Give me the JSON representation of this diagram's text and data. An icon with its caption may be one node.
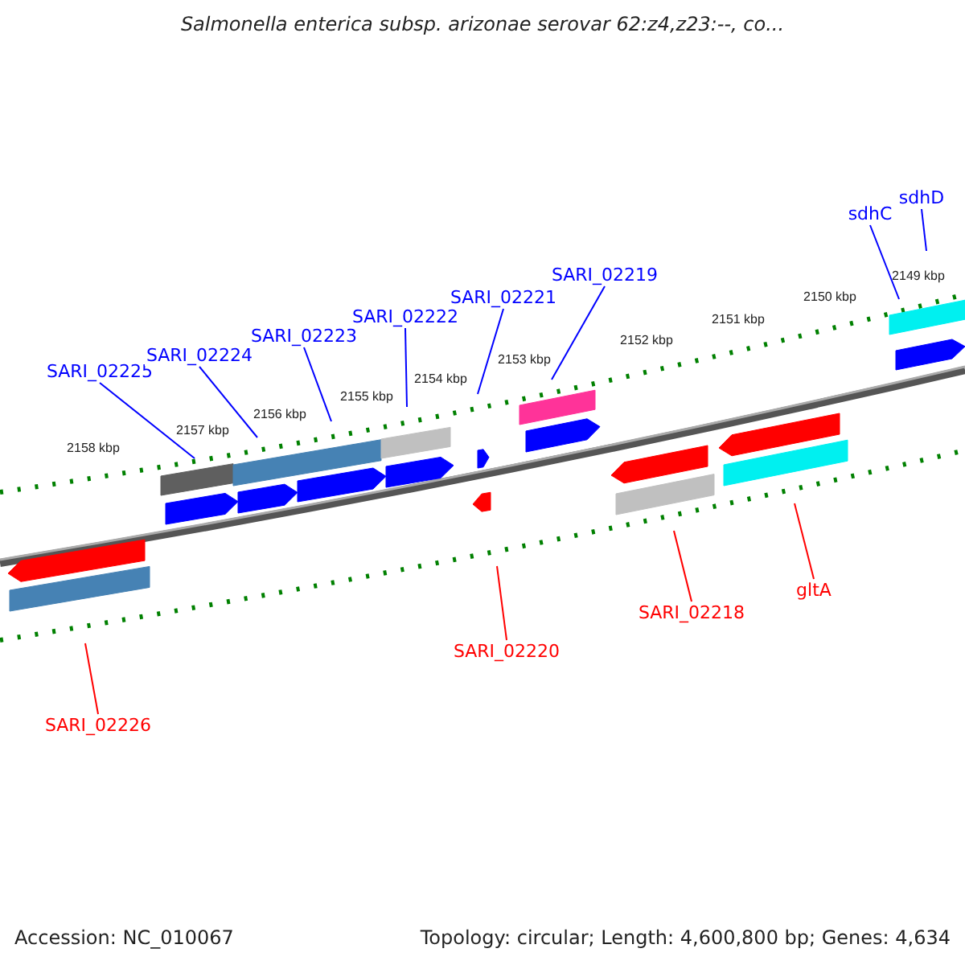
{
  "diagram": {
    "title": "Salmonella enterica subsp. arizonae serovar 62:z4,z23:--, co...",
    "nodes": [
      {
        "text": [
          "SARI_02225"
        ]
      },
      {
        "text": [
          "SARI_02224"
        ]
      },
      {
        "text": [
          "SARI_02223"
        ]
      },
      {
        "text": [
          "SARI_02222"
        ]
      },
      {
        "text": [
          "SARI_02221"
        ]
      },
      {
        "text": [
          "SARI_02219"
        ]
      },
      {
        "text": [
          "sdhC"
        ]
      },
      {
        "text": [
          "sdhD"
        ]
      },
      {
        "text": [
          "SARI_02226"
        ]
      },
      {
        "text": [
          "SARI_02220"
        ]
      },
      {
        "text": [
          "SARI_02218"
        ]
      },
      {
        "text": [
          "gltA"
        ]
      }
    ],
    "edges": [
      {
        "from": 0,
        "to": null,
        "arrow": "none"
      },
      {
        "from": 1,
        "to": null,
        "arrow": "none"
      },
      {
        "from": 2,
        "to": null,
        "arrow": "none"
      },
      {
        "from": 3,
        "to": null,
        "arrow": "none"
      },
      {
        "from": 4,
        "to": null,
        "arrow": "none"
      },
      {
        "from": 5,
        "to": null,
        "arrow": "none"
      },
      {
        "from": 6,
        "to": null,
        "arrow": "none"
      },
      {
        "from": 7,
        "to": null,
        "arrow": "none"
      },
      {
        "from": 8,
        "to": null,
        "arrow": "none",
        "color": "#ff0000"
      },
      {
        "from": 9,
        "to": null,
        "arrow": "none",
        "color": "#ff0000"
      },
      {
        "from": 10,
        "to": null,
        "arrow": "none",
        "color": "#ff0000"
      },
      {
        "from": 11,
        "to": null,
        "arrow": "none",
        "color": "#ff0000"
      }
    ],
    "labels": [
      "2158 kbp",
      "2157 kbp",
      "2156 kbp",
      "2155 kbp",
      "2154 kbp",
      "2153 kbp",
      "2152 kbp",
      "2151 kbp",
      "2150 kbp",
      "2149 kbp",
      "Accession: NC_010067",
      "Topology: circular; Length: 4,600,800 bp; Genes: 4,634"
    ]
  }
}
